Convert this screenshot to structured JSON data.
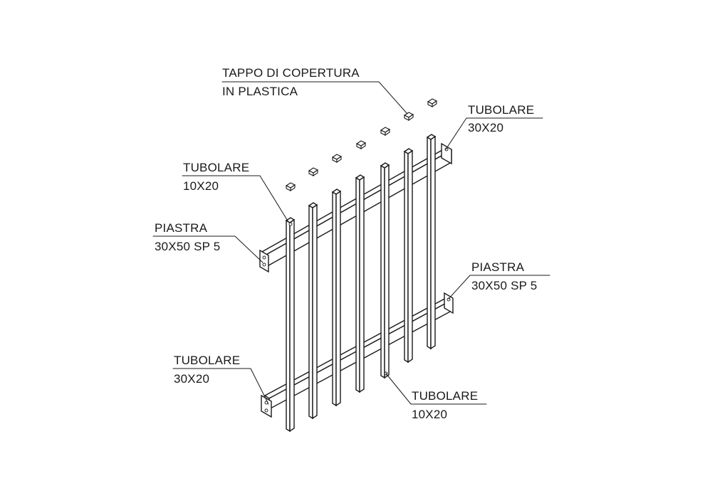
{
  "labels": {
    "cap_line1": "TAPPO DI COPERTURA",
    "cap_line2": "IN PLASTICA",
    "tube_top_right_line1": "TUBOLARE",
    "tube_top_right_line2": "30X20",
    "tube_bar_top_left_line1": "TUBOLARE",
    "tube_bar_top_left_line2": "10X20",
    "plate_left_line1": "PIASTRA",
    "plate_left_line2": "30X50 SP 5",
    "plate_right_line1": "PIASTRA",
    "plate_right_line2": "30X50 SP 5",
    "tube_bottom_left_line1": "TUBOLARE",
    "tube_bottom_left_line2": "30X20",
    "tube_bar_bottom_line1": "TUBOLARE",
    "tube_bar_bottom_line2": "10X20"
  },
  "colors": {
    "ink": "#1a1a1a",
    "background": "#ffffff"
  }
}
